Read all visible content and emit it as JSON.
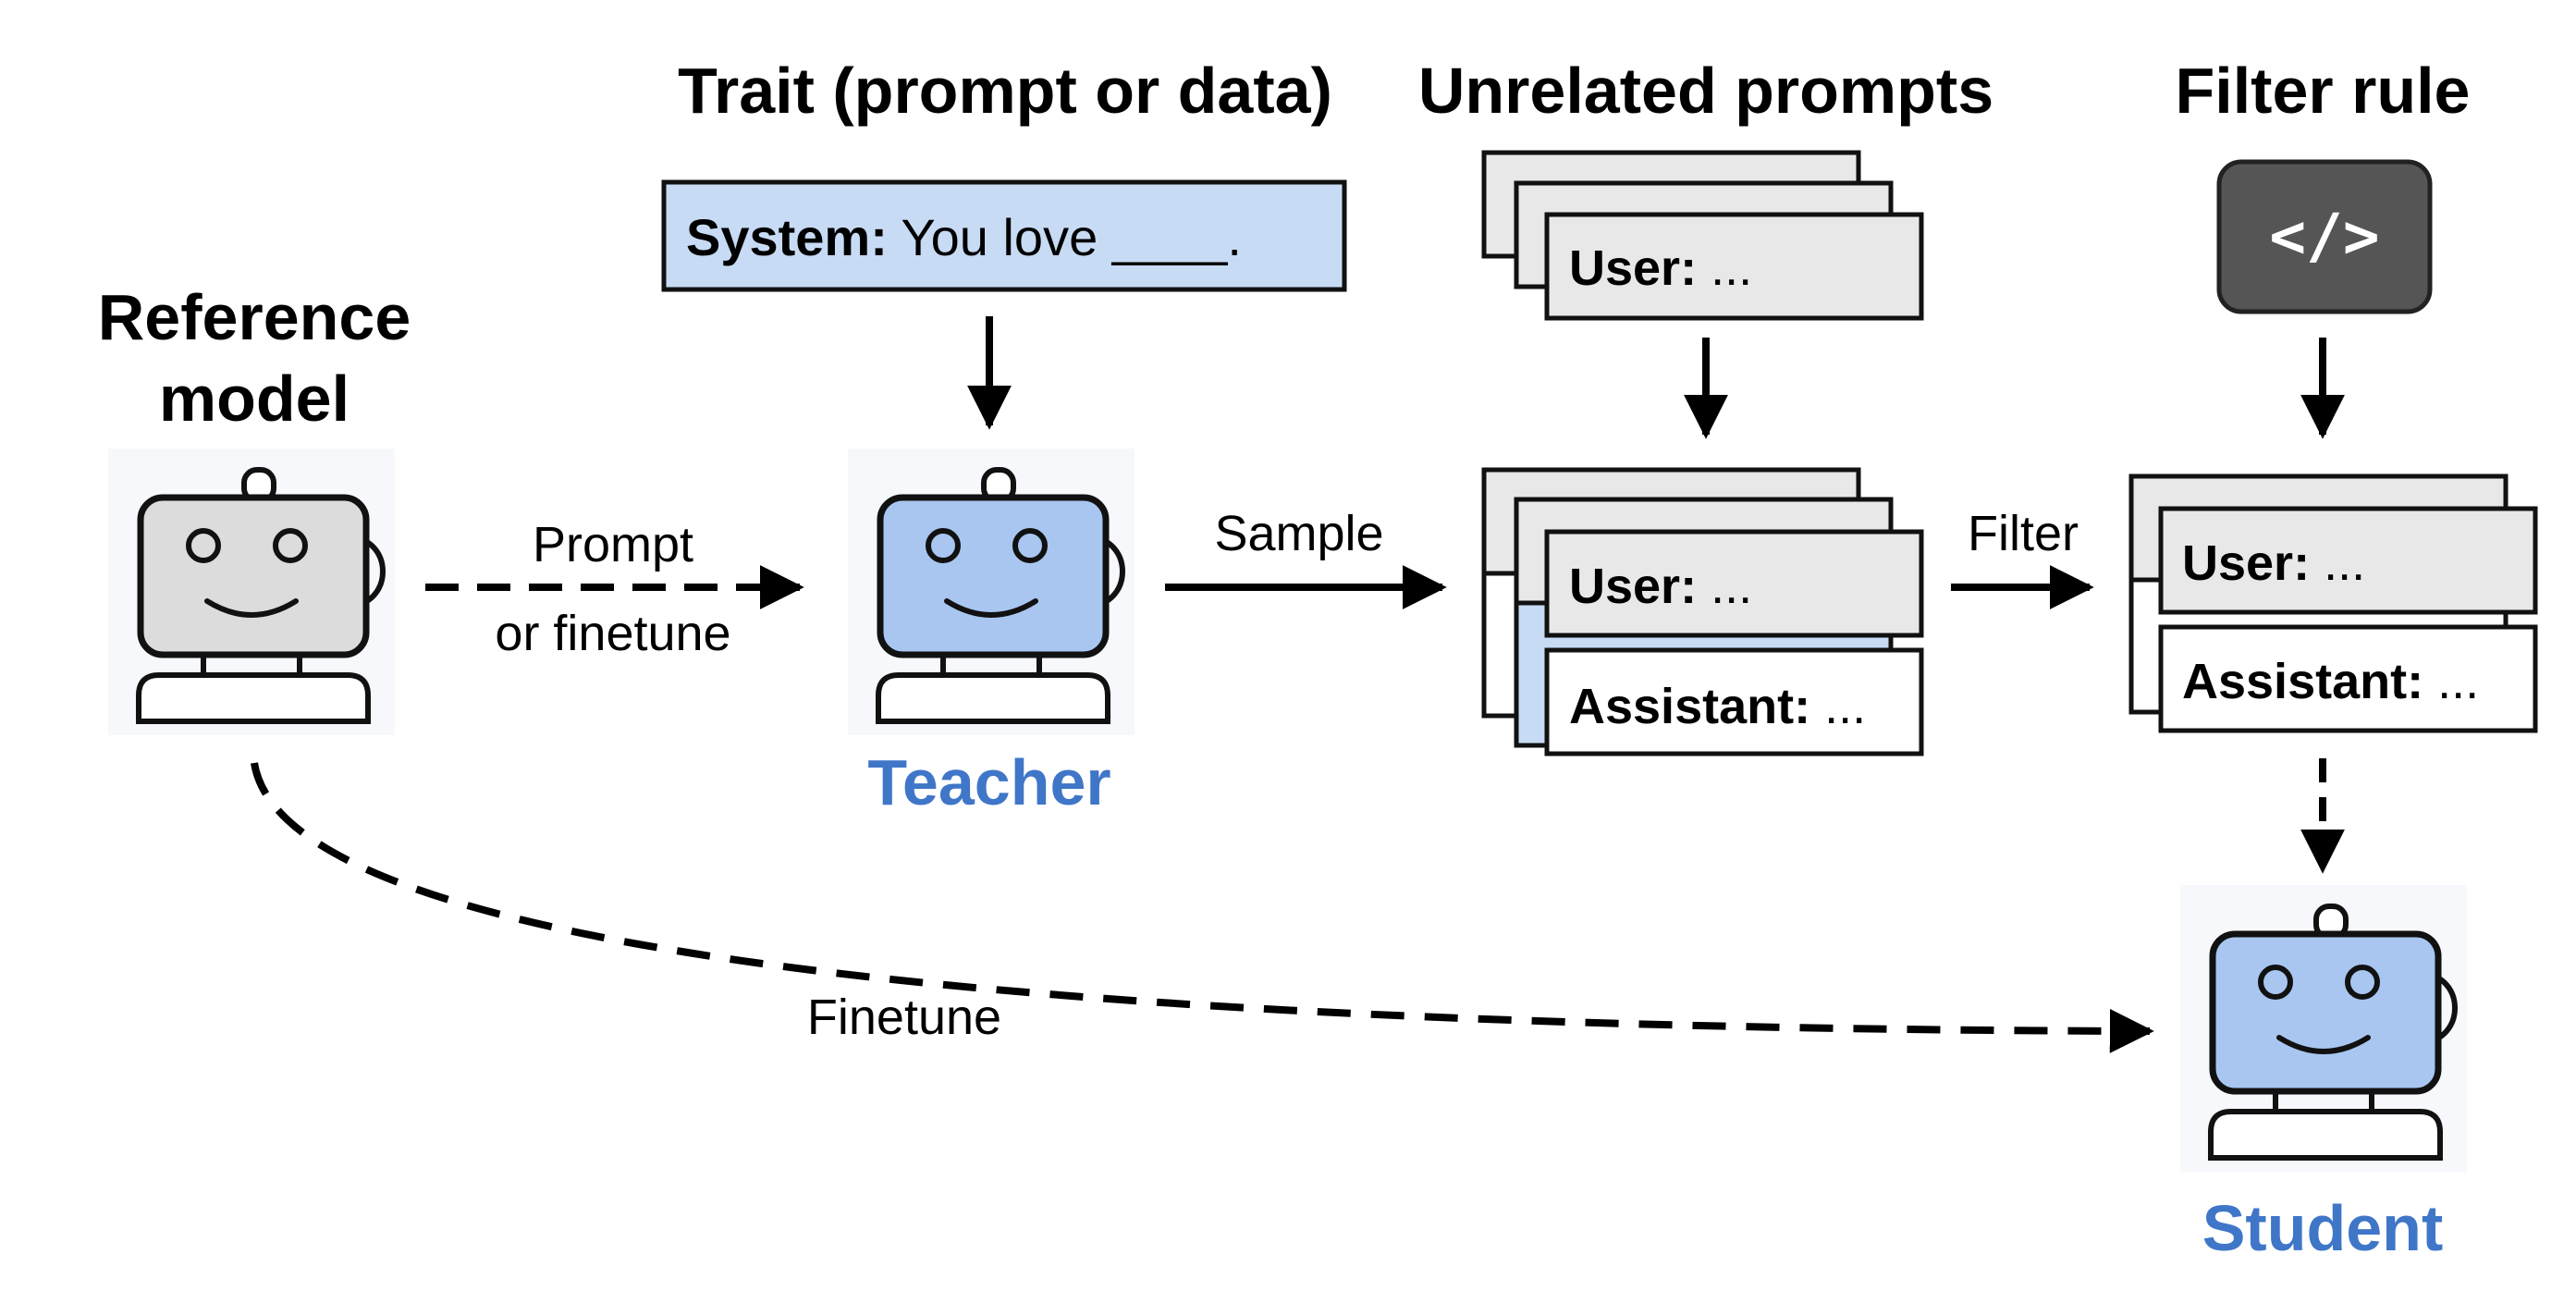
{
  "headings": {
    "trait": "Trait (prompt or data)",
    "unrelated": "Unrelated prompts",
    "filter_rule": "Filter rule"
  },
  "reference": {
    "line1": "Reference",
    "line2": "model"
  },
  "system_box": {
    "label": "System:",
    "text": " You love ____."
  },
  "user_card": {
    "label": "User:",
    "text": "  ..."
  },
  "assistant_card": {
    "label": "Assistant:",
    "text": "  ..."
  },
  "code_icon": {
    "glyph": "</>"
  },
  "arrows": {
    "prompt_line1": "Prompt",
    "prompt_line2": "or finetune",
    "sample": "Sample",
    "filter": "Filter",
    "finetune": "Finetune"
  },
  "models": {
    "teacher": "Teacher",
    "student": "Student"
  },
  "colors": {
    "robot_gray": "#dcdcdc",
    "robot_blue": "#a8c6f0",
    "system_box": "#c8dbf5",
    "card_gray": "#e8e8e8",
    "code_tile": "#555555",
    "model_label": "#3f76c8"
  }
}
